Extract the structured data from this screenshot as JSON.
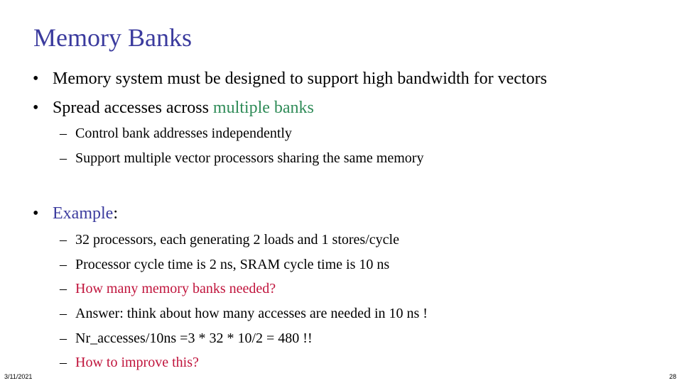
{
  "slide": {
    "title": "Memory Banks",
    "bullets": [
      {
        "marker": "•",
        "text": "Memory system must be designed to support high bandwidth for vectors"
      },
      {
        "marker": "•",
        "text_prefix": "Spread accesses across ",
        "text_highlight": "multiple banks"
      }
    ],
    "sub_bullets_1": [
      {
        "marker": "–",
        "text": "Control bank addresses independently"
      },
      {
        "marker": "–",
        "text": "Support multiple vector processors sharing the same memory"
      }
    ],
    "example": {
      "marker": "•",
      "label": "Example",
      "colon": ":"
    },
    "example_items": [
      {
        "marker": "–",
        "text": "32 processors, each generating 2 loads and 1 stores/cycle"
      },
      {
        "marker": "–",
        "text": "Processor cycle time is 2 ns, SRAM cycle time is 10 ns"
      },
      {
        "marker": "–",
        "text": "How many memory banks needed?"
      },
      {
        "marker": "–",
        "text": "Answer: think about how many accesses are needed in 10 ns !"
      },
      {
        "marker": "–",
        "text": "Nr_accesses/10ns =3 * 32 * 10/2 = 480 !!"
      },
      {
        "marker": "–",
        "text": "How to improve this?"
      }
    ],
    "footer": {
      "date": "3/11/2021",
      "page": "28"
    },
    "colors": {
      "title": "#3b3b9e",
      "highlight_green": "#2e8b57",
      "question_red": "#c0143c",
      "text": "#000000"
    }
  }
}
